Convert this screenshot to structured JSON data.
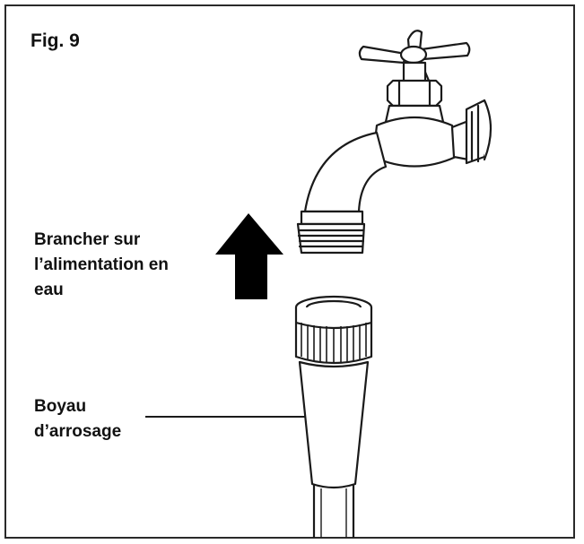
{
  "figure": {
    "label": "Fig. 9"
  },
  "labels": {
    "connect": {
      "lines": [
        "Brancher sur",
        "l’alimentation en",
        "eau"
      ]
    },
    "hose": {
      "lines": [
        "Boyau",
        "d’arrosage"
      ]
    }
  },
  "colors": {
    "stroke": "#1a1a1a",
    "fill": "#ffffff",
    "arrow": "#000000"
  },
  "icons": {
    "arrow": "arrow-up-icon",
    "faucet": "faucet-icon",
    "hose": "garden-hose-icon"
  }
}
